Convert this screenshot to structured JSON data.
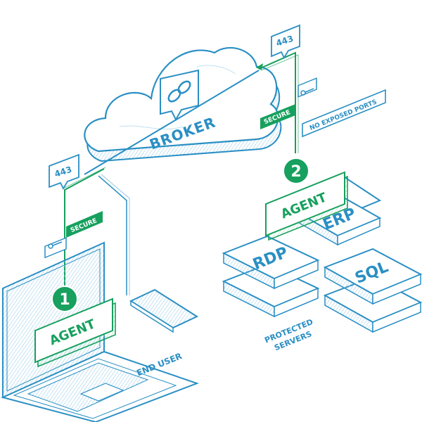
{
  "diagram": {
    "broker_label": "BROKER",
    "secure_left": "SECURE",
    "secure_right": "SECURE",
    "port_left": "443",
    "port_right": "443",
    "no_exposed_ports": "NO EXPOSED PORTS",
    "agent1": {
      "number": "1",
      "label": "AGENT"
    },
    "agent2": {
      "number": "2",
      "label": "AGENT"
    },
    "servers": {
      "erp": "ERP",
      "rdp": "RDP",
      "sql": "SQL"
    },
    "end_user": "END USER",
    "protected_line1": "PROTECTED",
    "protected_line2": "SERVERS"
  },
  "colors": {
    "blue": "#2a8fc4",
    "blue_light": "#dff0fa",
    "green": "#17a05e",
    "green_light": "#e3f6ec"
  }
}
